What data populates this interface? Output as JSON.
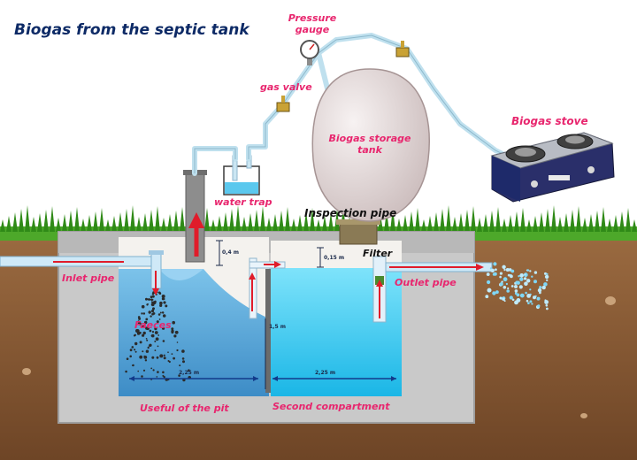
{
  "title": "Biogas from the septic tank",
  "labels": {
    "pressure_gauge_line1": "Pressure",
    "pressure_gauge_line2": "gauge",
    "gas_valve": "gas valve",
    "storage_line1": "Biogas storage",
    "storage_line2": "tank",
    "stove": "Biogas stove",
    "water_trap": "water trap",
    "inspection_pipe": "Inspection pipe",
    "filter": "Filter",
    "inlet_pipe": "Inlet pipe",
    "outlet_pipe": "Outlet pipe",
    "faeces": "Faeces",
    "useful_pit": "Useful of the pit",
    "second_compartment": "Second compartment"
  },
  "dimensions": {
    "height_first": "0,4 m",
    "height_second": "0,15 m",
    "depth": "1,5 m",
    "width_first": "2,25 m",
    "width_second": "2,25 m"
  },
  "colors": {
    "label_pink": "#e8266e",
    "title_navy": "#0d2a66",
    "water_first": "#4a9fd4",
    "water_second": "#2ec4ef",
    "flow_arrow": "#e01c2a",
    "soil": "#8a5a36",
    "grass": "#3f9a1e",
    "storage_tank": "#e7dedd"
  }
}
